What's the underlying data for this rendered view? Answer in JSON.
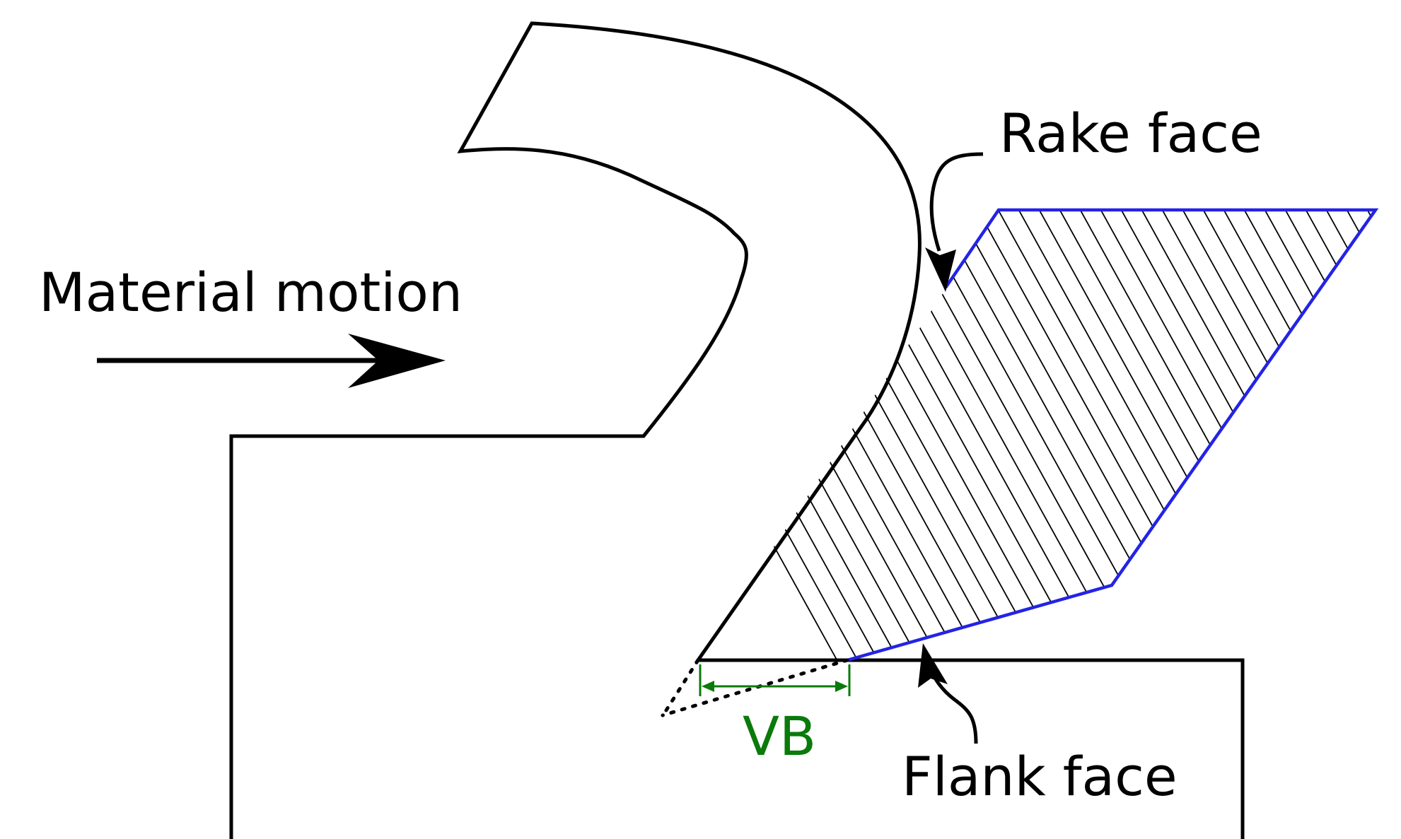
{
  "labels": {
    "material_motion": "Material motion",
    "rake_face": "Rake face",
    "flank_face": "Flank face",
    "vb": "VB"
  },
  "colors": {
    "outline": "#000000",
    "tool_edge": "#2323e6",
    "vb_dimension": "#0a7a0a",
    "background": "#ffffff"
  }
}
